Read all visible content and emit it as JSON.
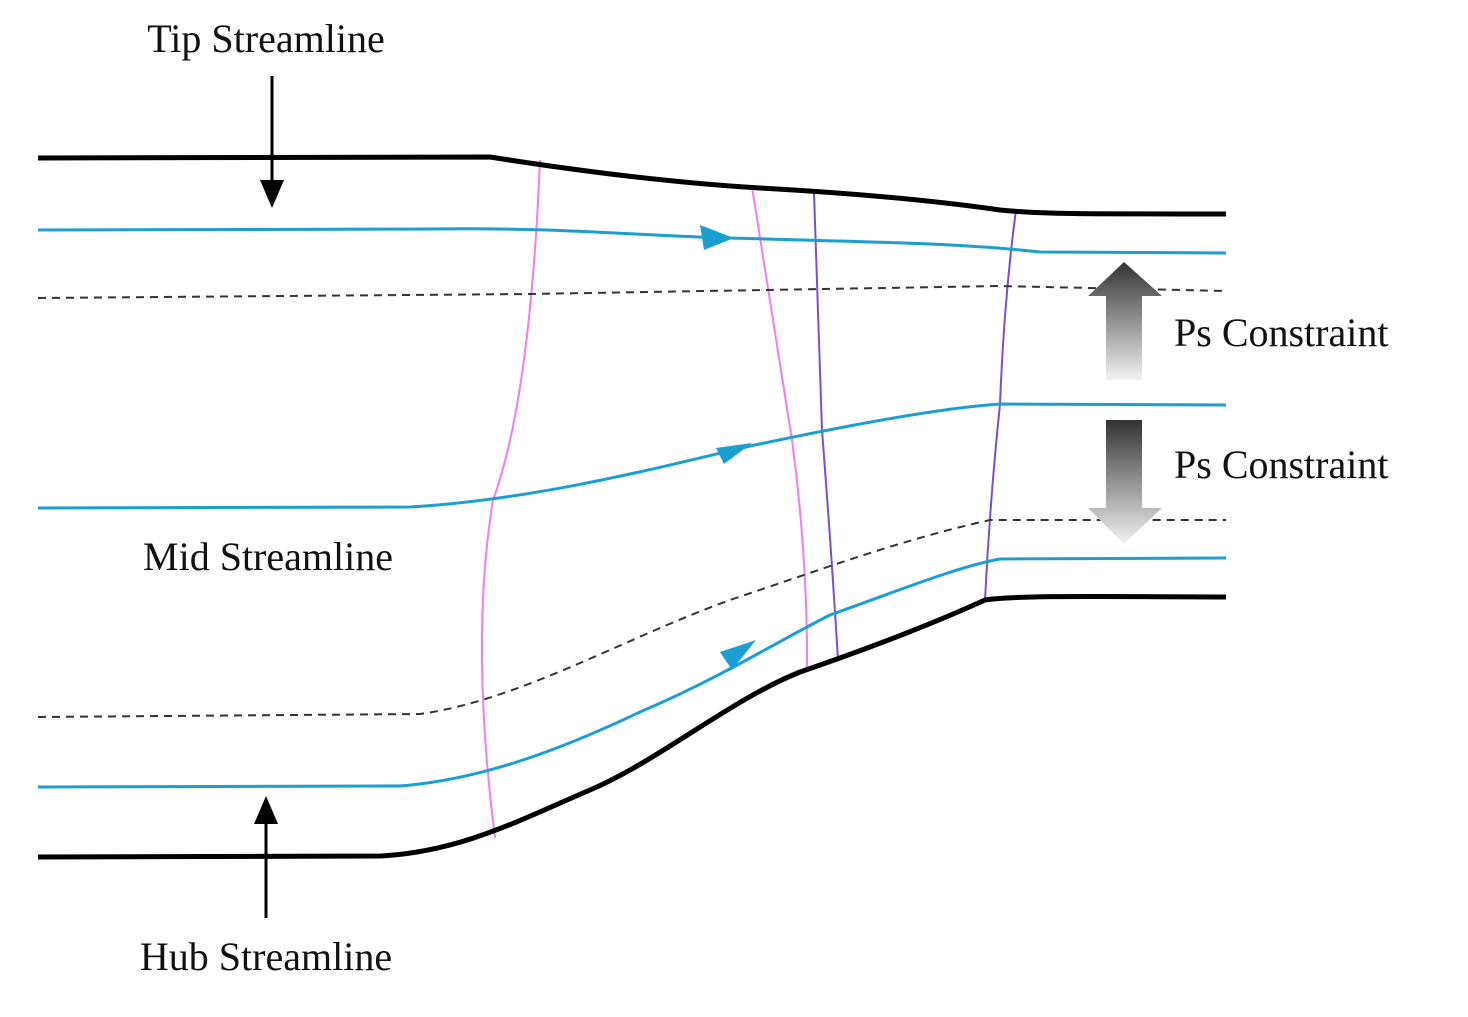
{
  "labels": {
    "tip": "Tip Streamline",
    "mid": "Mid Streamline",
    "hub": "Hub Streamline",
    "constraint_upper": "Ps Constraint",
    "constraint_lower": "Ps Constraint"
  },
  "colors": {
    "wall": "#000000",
    "streamline": "#1a9fd0",
    "dashed": "#333333",
    "station_pink": "#f07ef0",
    "station_purple": "#7a4fc8",
    "constraint_arrow_dark": "#333333",
    "constraint_arrow_light": "#f2f2f2"
  }
}
